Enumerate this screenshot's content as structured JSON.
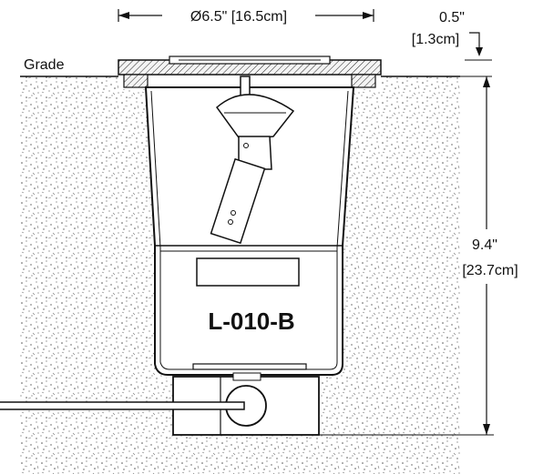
{
  "labels": {
    "diameter": "Ø6.5\" [16.5cm]",
    "flange_in": "0.5\"",
    "flange_cm": "[1.3cm]",
    "grade": "Grade",
    "height_in": "9.4\"",
    "height_cm": "[23.7cm]",
    "model": "L-010-B"
  }
}
